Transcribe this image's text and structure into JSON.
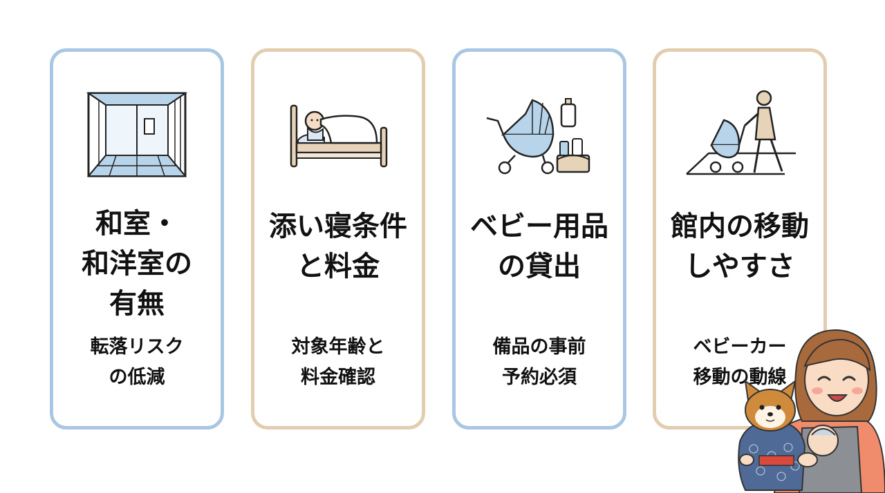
{
  "cards": [
    {
      "title_lines": [
        "和室・",
        "和洋室の",
        "有無"
      ],
      "desc_lines": [
        "転落リスク",
        "の低減"
      ],
      "icon": "japanese-room-icon",
      "border_color": "#a9c7e2"
    },
    {
      "title_lines": [
        "添い寝条件",
        "と料金"
      ],
      "desc_lines": [
        "対象年齢と",
        "料金確認"
      ],
      "icon": "co-sleeping-bed-icon",
      "border_color": "#e2cdb0"
    },
    {
      "title_lines": [
        "ベビー用品",
        "の貸出"
      ],
      "desc_lines": [
        "備品の事前",
        "予約必須"
      ],
      "icon": "baby-stroller-icon",
      "border_color": "#a9c7e2"
    },
    {
      "title_lines": [
        "館内の移動",
        "しやすさ"
      ],
      "desc_lines": [
        "ベビーカー",
        "移動の動線"
      ],
      "icon": "parent-pushing-stroller-icon",
      "border_color": "#e2cdb0"
    }
  ],
  "mascot": {
    "icon": "mother-with-shiba-dog-illustration"
  },
  "colors": {
    "accent_blue": "#a9c7e2",
    "accent_tan": "#e2cdb0",
    "icon_fill_blue": "#b8d4ea",
    "icon_fill_tan": "#e6d3b8"
  }
}
